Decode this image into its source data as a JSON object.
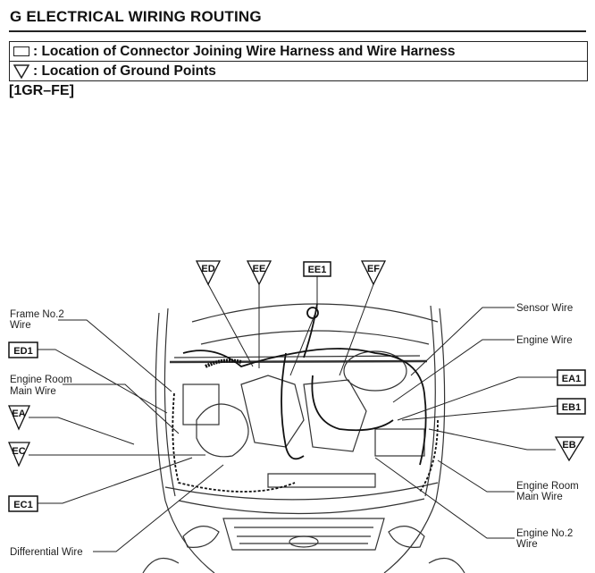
{
  "header": {
    "title": "G  ELECTRICAL WIRING ROUTING"
  },
  "legend": [
    {
      "icon": "connector-rect-icon",
      "text": ": Location of Connector Joining Wire Harness and Wire Harness"
    },
    {
      "icon": "ground-triangle-icon",
      "text": ": Location of Ground Points"
    }
  ],
  "engine_code": "[1GR–FE]",
  "diagram": {
    "top_tags": {
      "ed": "ED",
      "ee": "EE",
      "ee1": "EE1",
      "ef": "EF"
    },
    "left": {
      "frame_no2_l1": "Frame No.2",
      "frame_no2_l2": "Wire",
      "ed1": "ED1",
      "erm_l1": "Engine Room",
      "erm_l2": "Main Wire",
      "ea": "EA",
      "ec": "EC",
      "ec1": "EC1",
      "differential": "Differential Wire"
    },
    "right": {
      "sensor": "Sensor Wire",
      "engine": "Engine Wire",
      "ea1": "EA1",
      "eb1": "EB1",
      "eb": "EB",
      "erm_l1": "Engine Room",
      "erm_l2": "Main Wire",
      "en2_l1": "Engine No.2",
      "en2_l2": "Wire"
    }
  }
}
